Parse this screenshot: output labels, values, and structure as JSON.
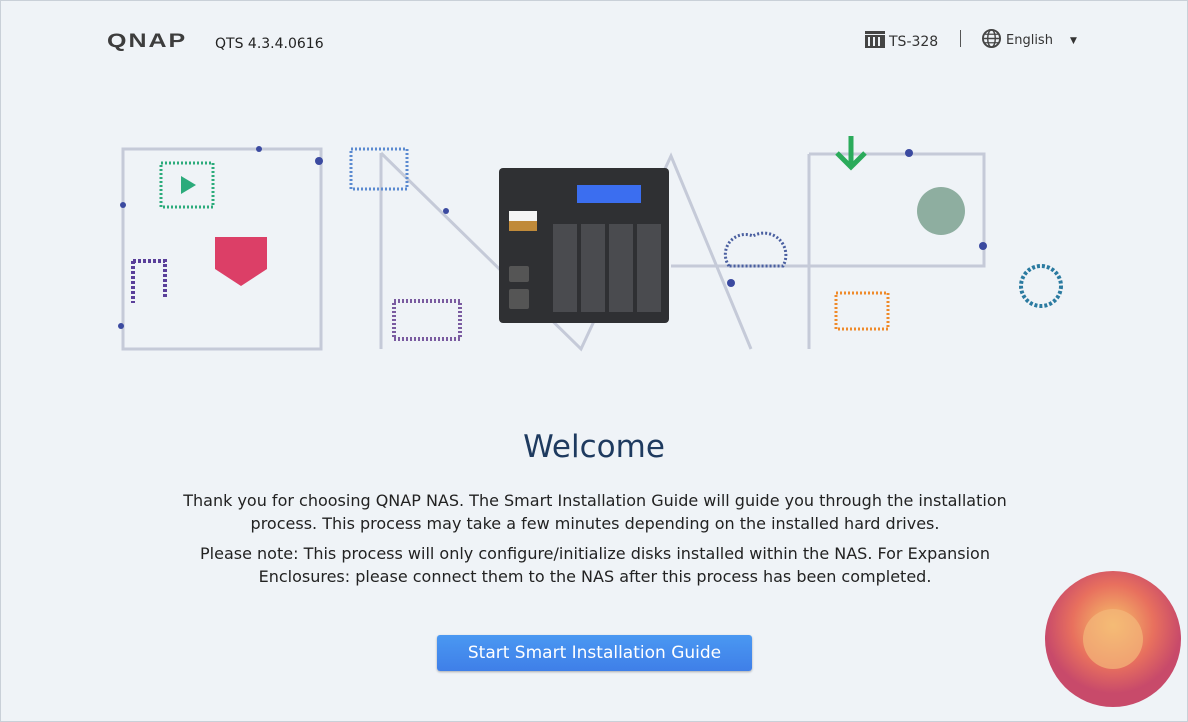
{
  "header": {
    "brand": "QNAP",
    "version": "QTS 4.3.4.0616",
    "model": "TS-328",
    "language": "English"
  },
  "main": {
    "title": "Welcome",
    "paragraph1_line1": "Thank you for choosing QNAP NAS. The Smart Installation Guide will guide you through the installation",
    "paragraph1_line2": "process. This process may take a few minutes depending on the installed hard drives.",
    "paragraph2_line1": "Please note: This process will only configure/initialize disks installed within the NAS. For Expansion",
    "paragraph2_line2": "Enclosures: please connect them to the NAS after this process has been completed.",
    "start_button": "Start Smart Installation Guide"
  },
  "colors": {
    "accent": "#4287ec",
    "title": "#1e3a5f"
  }
}
